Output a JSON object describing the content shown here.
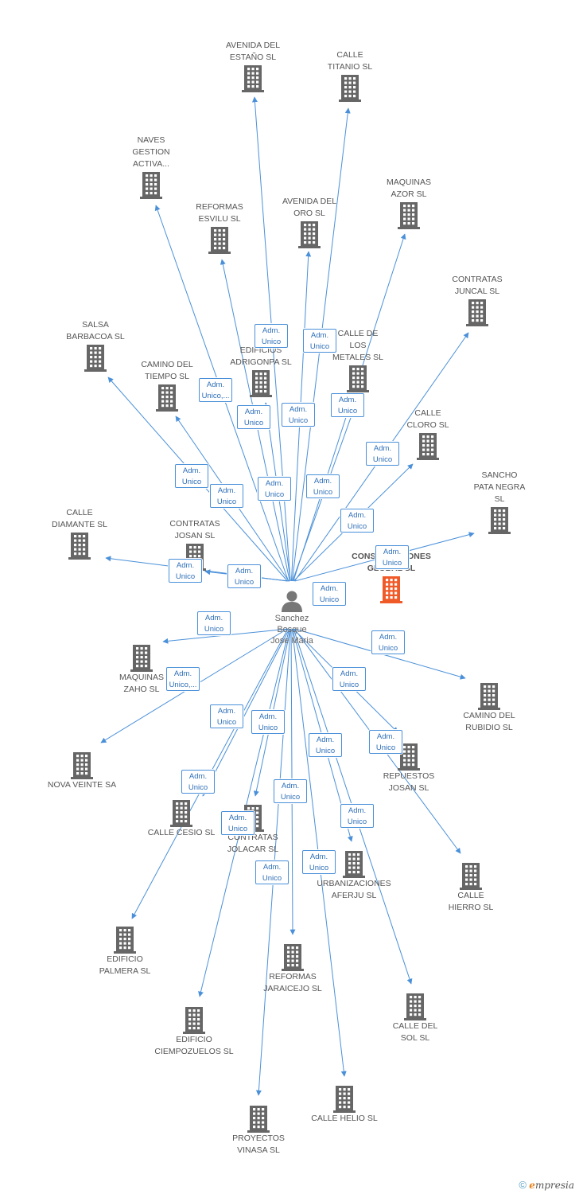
{
  "person": {
    "name": "Sanchez\nBosque\nJose Maria"
  },
  "main_company": {
    "name": "CONSTRUCCIONES\nGLOBAL SL"
  },
  "colors": {
    "edge": "#4a90d9",
    "building": "#666666",
    "main_building": "#f05a28",
    "role_text": "#2e6fb8"
  },
  "companies": [
    {
      "id": "c1",
      "name": "AVENIDA DEL\nESTAÑO SL"
    },
    {
      "id": "c2",
      "name": "CALLE\nTITANIO SL"
    },
    {
      "id": "c3",
      "name": "NAVES\nGESTION\nACTIVA..."
    },
    {
      "id": "c4",
      "name": "MAQUINAS\nAZOR  SL"
    },
    {
      "id": "c5",
      "name": "REFORMAS\nESVILU SL"
    },
    {
      "id": "c6",
      "name": "AVENIDA DEL\nORO SL"
    },
    {
      "id": "c7",
      "name": "CONTRATAS\nJUNCAL SL"
    },
    {
      "id": "c8",
      "name": "SALSA\nBARBACOA SL"
    },
    {
      "id": "c9",
      "name": "EDIFICIOS\nADRIGONPA SL"
    },
    {
      "id": "c10",
      "name": "CALLE DE\nLOS\nMETALES SL"
    },
    {
      "id": "c11",
      "name": "CAMINO DEL\nTIEMPO SL"
    },
    {
      "id": "c12",
      "name": "CALLE\nCLORO SL"
    },
    {
      "id": "c13",
      "name": "SANCHO\nPATA NEGRA\nSL"
    },
    {
      "id": "c14",
      "name": "CALLE\nDIAMANTE SL"
    },
    {
      "id": "c15",
      "name": "CONTRATAS\nJOSAN  SL"
    },
    {
      "id": "c16",
      "name": "MAQUINAS\nZAHO  SL"
    },
    {
      "id": "c17",
      "name": "CAMINO DEL\nRUBIDIO SL"
    },
    {
      "id": "c18",
      "name": "NOVA VEINTE SA"
    },
    {
      "id": "c19",
      "name": "REPUESTOS\nJOSAN  SL"
    },
    {
      "id": "c20",
      "name": "CALLE CESIO SL"
    },
    {
      "id": "c21",
      "name": "CONTRATAS\nJOLACAR SL"
    },
    {
      "id": "c22",
      "name": "URBANIZACIONES\nAFERJU SL"
    },
    {
      "id": "c23",
      "name": "CALLE\nHIERRO SL"
    },
    {
      "id": "c24",
      "name": "EDIFICIO\nPALMERA SL"
    },
    {
      "id": "c25",
      "name": "REFORMAS\nJARAICEJO SL"
    },
    {
      "id": "c26",
      "name": "CALLE DEL\nSOL SL"
    },
    {
      "id": "c27",
      "name": "EDIFICIO\nCIEMPOZUELOS SL"
    },
    {
      "id": "c28",
      "name": "CALLE HELIO SL"
    },
    {
      "id": "c29",
      "name": "PROYECTOS\nVINASA SL"
    }
  ],
  "roles": [
    {
      "line1": "Adm.",
      "line2": "Unico"
    },
    {
      "line1": "Adm.",
      "line2": "Unico"
    },
    {
      "line1": "Adm.",
      "line2": "Unico,..."
    },
    {
      "line1": "Adm.",
      "line2": "Unico"
    },
    {
      "line1": "Adm.",
      "line2": "Unico"
    },
    {
      "line1": "Adm.",
      "line2": "Unico"
    },
    {
      "line1": "Adm.",
      "line2": "Unico"
    },
    {
      "line1": "Adm.",
      "line2": "Unico"
    },
    {
      "line1": "Adm.",
      "line2": "Unico"
    },
    {
      "line1": "Adm.",
      "line2": "Unico"
    },
    {
      "line1": "Adm.",
      "line2": "Unico"
    },
    {
      "line1": "Adm.",
      "line2": "Unico"
    },
    {
      "line1": "Adm.",
      "line2": "Unico"
    },
    {
      "line1": "Adm.",
      "line2": "Unico"
    },
    {
      "line1": "Adm.",
      "line2": "Unico"
    },
    {
      "line1": "Adm.",
      "line2": "Unico"
    },
    {
      "line1": "Adm.",
      "line2": "Unico"
    },
    {
      "line1": "Adm.",
      "line2": "Unico"
    },
    {
      "line1": "Adm.",
      "line2": "Unico,..."
    },
    {
      "line1": "Adm.",
      "line2": "Unico"
    },
    {
      "line1": "Adm.",
      "line2": "Unico"
    },
    {
      "line1": "Adm.",
      "line2": "Unico"
    },
    {
      "line1": "Adm.",
      "line2": "Unico"
    },
    {
      "line1": "Adm.",
      "line2": "Unico"
    },
    {
      "line1": "Adm.",
      "line2": "Unico"
    },
    {
      "line1": "Adm.",
      "line2": "Unico"
    },
    {
      "line1": "Adm.",
      "line2": "Unico"
    },
    {
      "line1": "Adm.",
      "line2": "Unico"
    },
    {
      "line1": "Adm.",
      "line2": "Unico"
    },
    {
      "line1": "Adm.",
      "line2": "Unico"
    }
  ],
  "footer": {
    "copyright": "©",
    "brand_initial": "e",
    "brand_rest": "mpresia"
  }
}
